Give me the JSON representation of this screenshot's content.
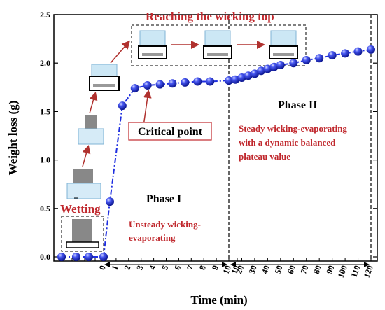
{
  "chart_data": {
    "type": "scatter",
    "title": "",
    "xlabel": "Time (min)",
    "ylabel": "Weight loss (g)",
    "ylim": [
      0,
      2.5
    ],
    "y_ticks": [
      "0.0",
      "0.5",
      "1.0",
      "1.5",
      "2.0",
      "2.5"
    ],
    "x_ticks": [
      "0",
      "1",
      "2",
      "3",
      "4",
      "5",
      "6",
      "7",
      "8",
      "9",
      "10",
      "10",
      "20",
      "30",
      "40",
      "50",
      "60",
      "70",
      "80",
      "90",
      "100",
      "110",
      "120"
    ],
    "axis_breaks": "x axis split into a pre-zero wetting region, 0-10 min (linear) and 10-120 min (linear)",
    "grid": false,
    "series": [
      {
        "color": "#1f2fe0",
        "line_style": "dash-dot",
        "points": [
          {
            "t": -1.9,
            "w": 0.0
          },
          {
            "t": -1.2,
            "w": 0.0
          },
          {
            "t": -0.6,
            "w": 0.0
          },
          {
            "t": 0,
            "w": 0.0
          },
          {
            "t": 0.5,
            "w": 0.57
          },
          {
            "t": 1.5,
            "w": 1.56
          },
          {
            "t": 2.5,
            "w": 1.74
          },
          {
            "t": 3.5,
            "w": 1.77
          },
          {
            "t": 4.5,
            "w": 1.78
          },
          {
            "t": 5.5,
            "w": 1.79
          },
          {
            "t": 6.5,
            "w": 1.8
          },
          {
            "t": 7.5,
            "w": 1.81
          },
          {
            "t": 8.5,
            "w": 1.81
          },
          {
            "t": 10,
            "w": 1.82
          },
          {
            "t": 15,
            "w": 1.83
          },
          {
            "t": 20,
            "w": 1.85
          },
          {
            "t": 25,
            "w": 1.87
          },
          {
            "t": 30,
            "w": 1.89
          },
          {
            "t": 35,
            "w": 1.92
          },
          {
            "t": 40,
            "w": 1.94
          },
          {
            "t": 45,
            "w": 1.96
          },
          {
            "t": 50,
            "w": 1.98
          },
          {
            "t": 60,
            "w": 2.0
          },
          {
            "t": 70,
            "w": 2.03
          },
          {
            "t": 80,
            "w": 2.05
          },
          {
            "t": 90,
            "w": 2.08
          },
          {
            "t": 100,
            "w": 2.1
          },
          {
            "t": 110,
            "w": 2.12
          },
          {
            "t": 120,
            "w": 2.14
          }
        ]
      }
    ],
    "annotations": {
      "reaching_top": "Reaching the wicking top",
      "critical_point": "Critical point",
      "wetting": "Wetting",
      "phase1": "Phase I",
      "phase1_desc": [
        "Unsteady wicking-",
        "evaporating"
      ],
      "phase2": "Phase II",
      "phase2_desc": [
        "Steady wicking-evaporating",
        "with a dynamic balanced",
        "plateau value"
      ]
    },
    "colors": {
      "marker": "#1f2fe0",
      "annotation_red": "#c0282d",
      "arrow_red": "#b0312e"
    }
  }
}
